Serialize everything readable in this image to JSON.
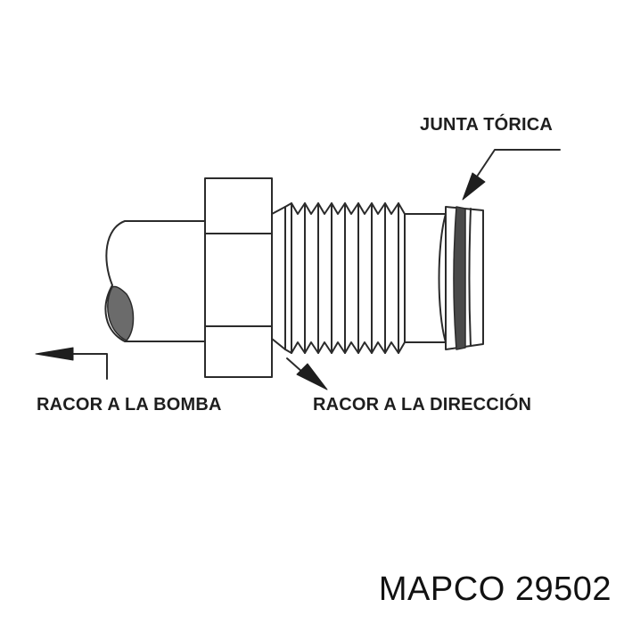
{
  "labels": {
    "o_ring": "JUNTA TÓRICA",
    "pump_fitting": "RACOR A LA BOMBA",
    "steering_fitting": "RACOR A LA DIRECCIÓN"
  },
  "brand": {
    "name": "MAPCO",
    "part_number": "29502"
  },
  "colors": {
    "line": "#2b2b2b",
    "o_ring_band": "#4a4a4a",
    "cut_section": "#6b6b6b",
    "text": "#1e1e1e"
  }
}
